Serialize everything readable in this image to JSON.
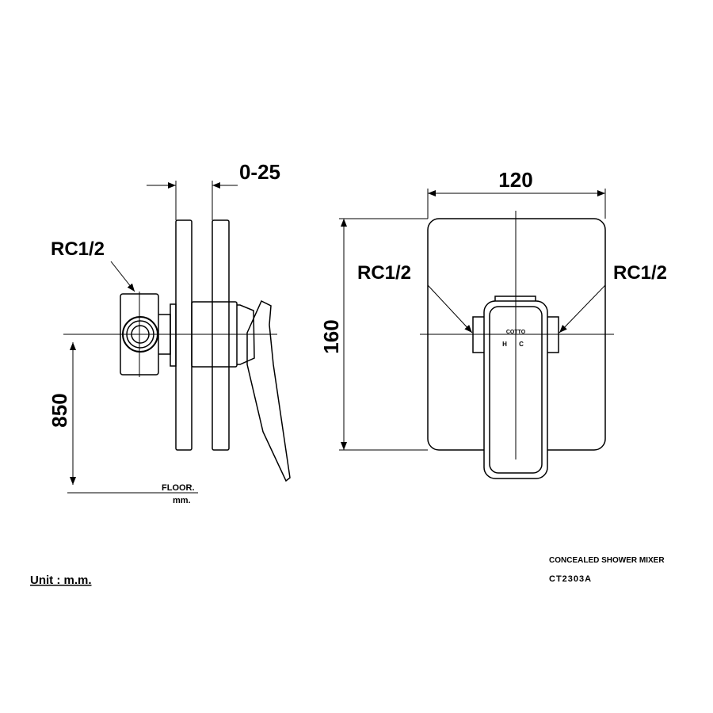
{
  "side_view": {
    "dim_offset": "0-25",
    "dim_height": "850",
    "connection_label": "RC1/2",
    "floor_label": "FLOOR.",
    "unit_small": "mm."
  },
  "front_view": {
    "dim_width": "120",
    "dim_height": "160",
    "connection_left": "RC1/2",
    "connection_right": "RC1/2",
    "logo": "COTTO",
    "hot_label": "H",
    "cold_label": "C"
  },
  "footer": {
    "unit": "Unit : m.m.",
    "product_name": "CONCEALED SHOWER  MIXER",
    "model": "CT2303A"
  }
}
